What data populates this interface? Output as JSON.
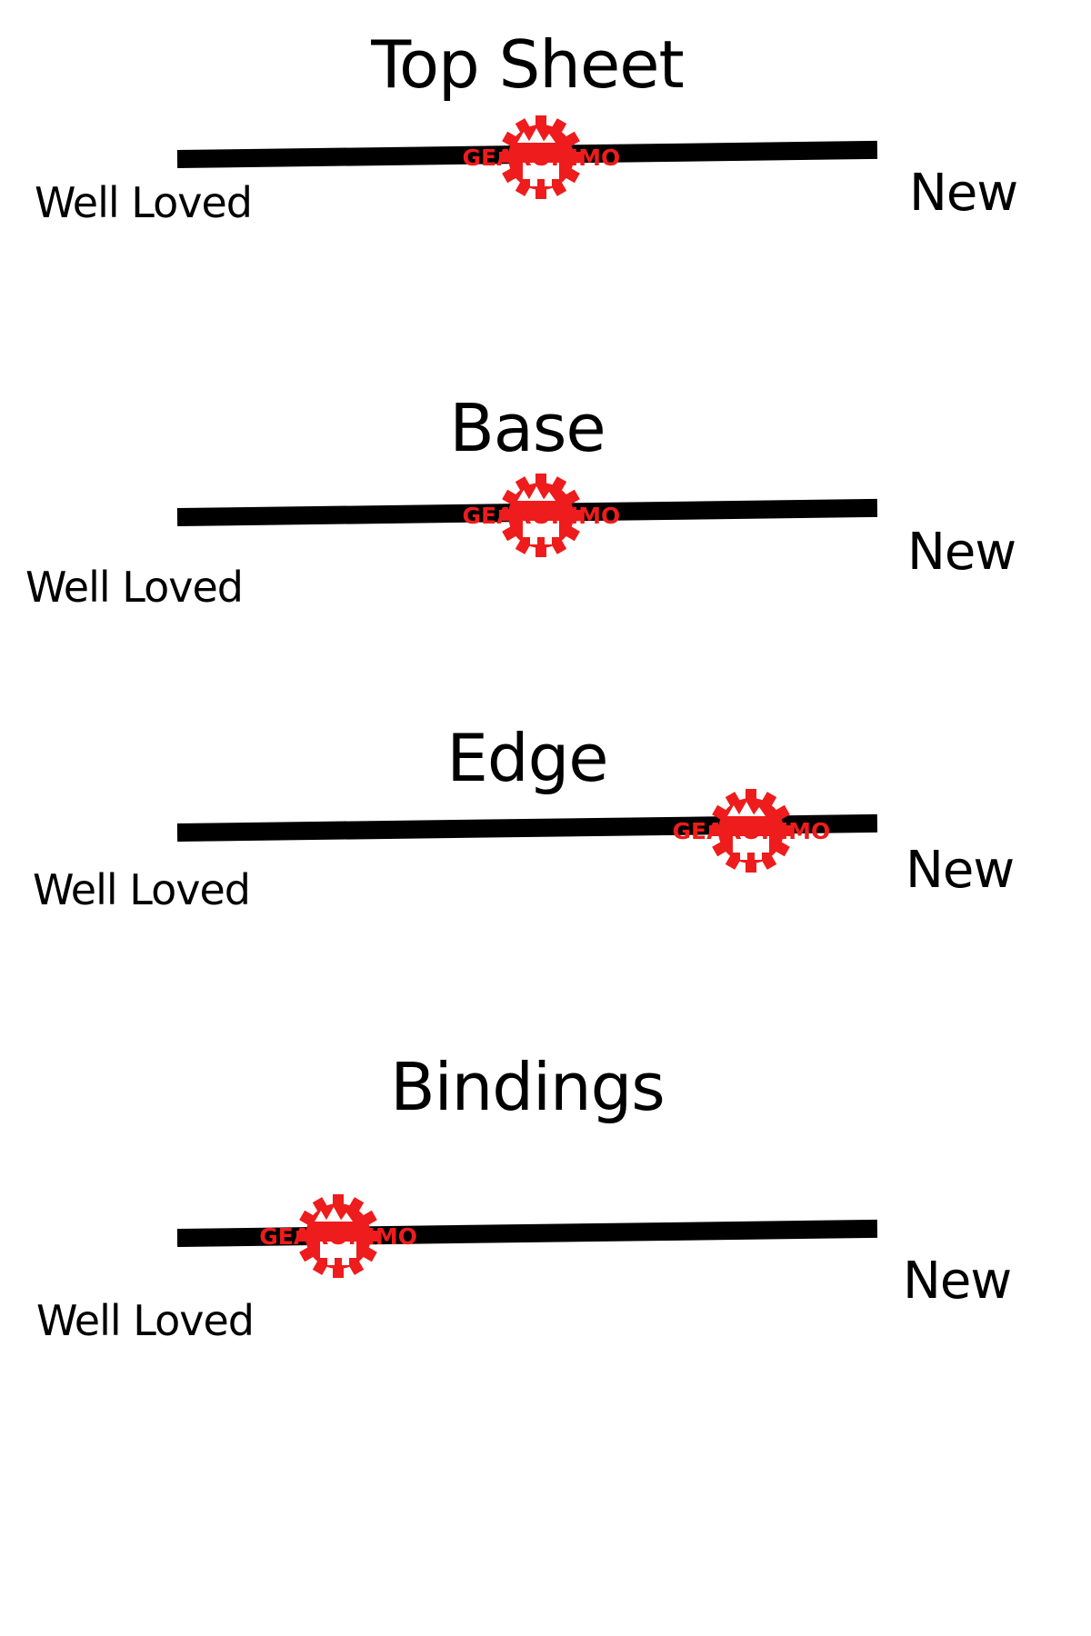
{
  "brand": {
    "name": "GEARONIMO",
    "color": "#ee1c1c",
    "icon": "gear-mountain-logo-icon"
  },
  "scales": [
    {
      "title": "Top Sheet",
      "left_label": "Well Loved",
      "right_label": "New",
      "rating": 0.52
    },
    {
      "title": "Base",
      "left_label": "Well Loved",
      "right_label": "New",
      "rating": 0.52
    },
    {
      "title": "Edge",
      "left_label": "Well Loved",
      "right_label": "New",
      "rating": 0.82
    },
    {
      "title": "Bindings",
      "left_label": "Well Loved",
      "right_label": "New",
      "rating": 0.23
    }
  ]
}
